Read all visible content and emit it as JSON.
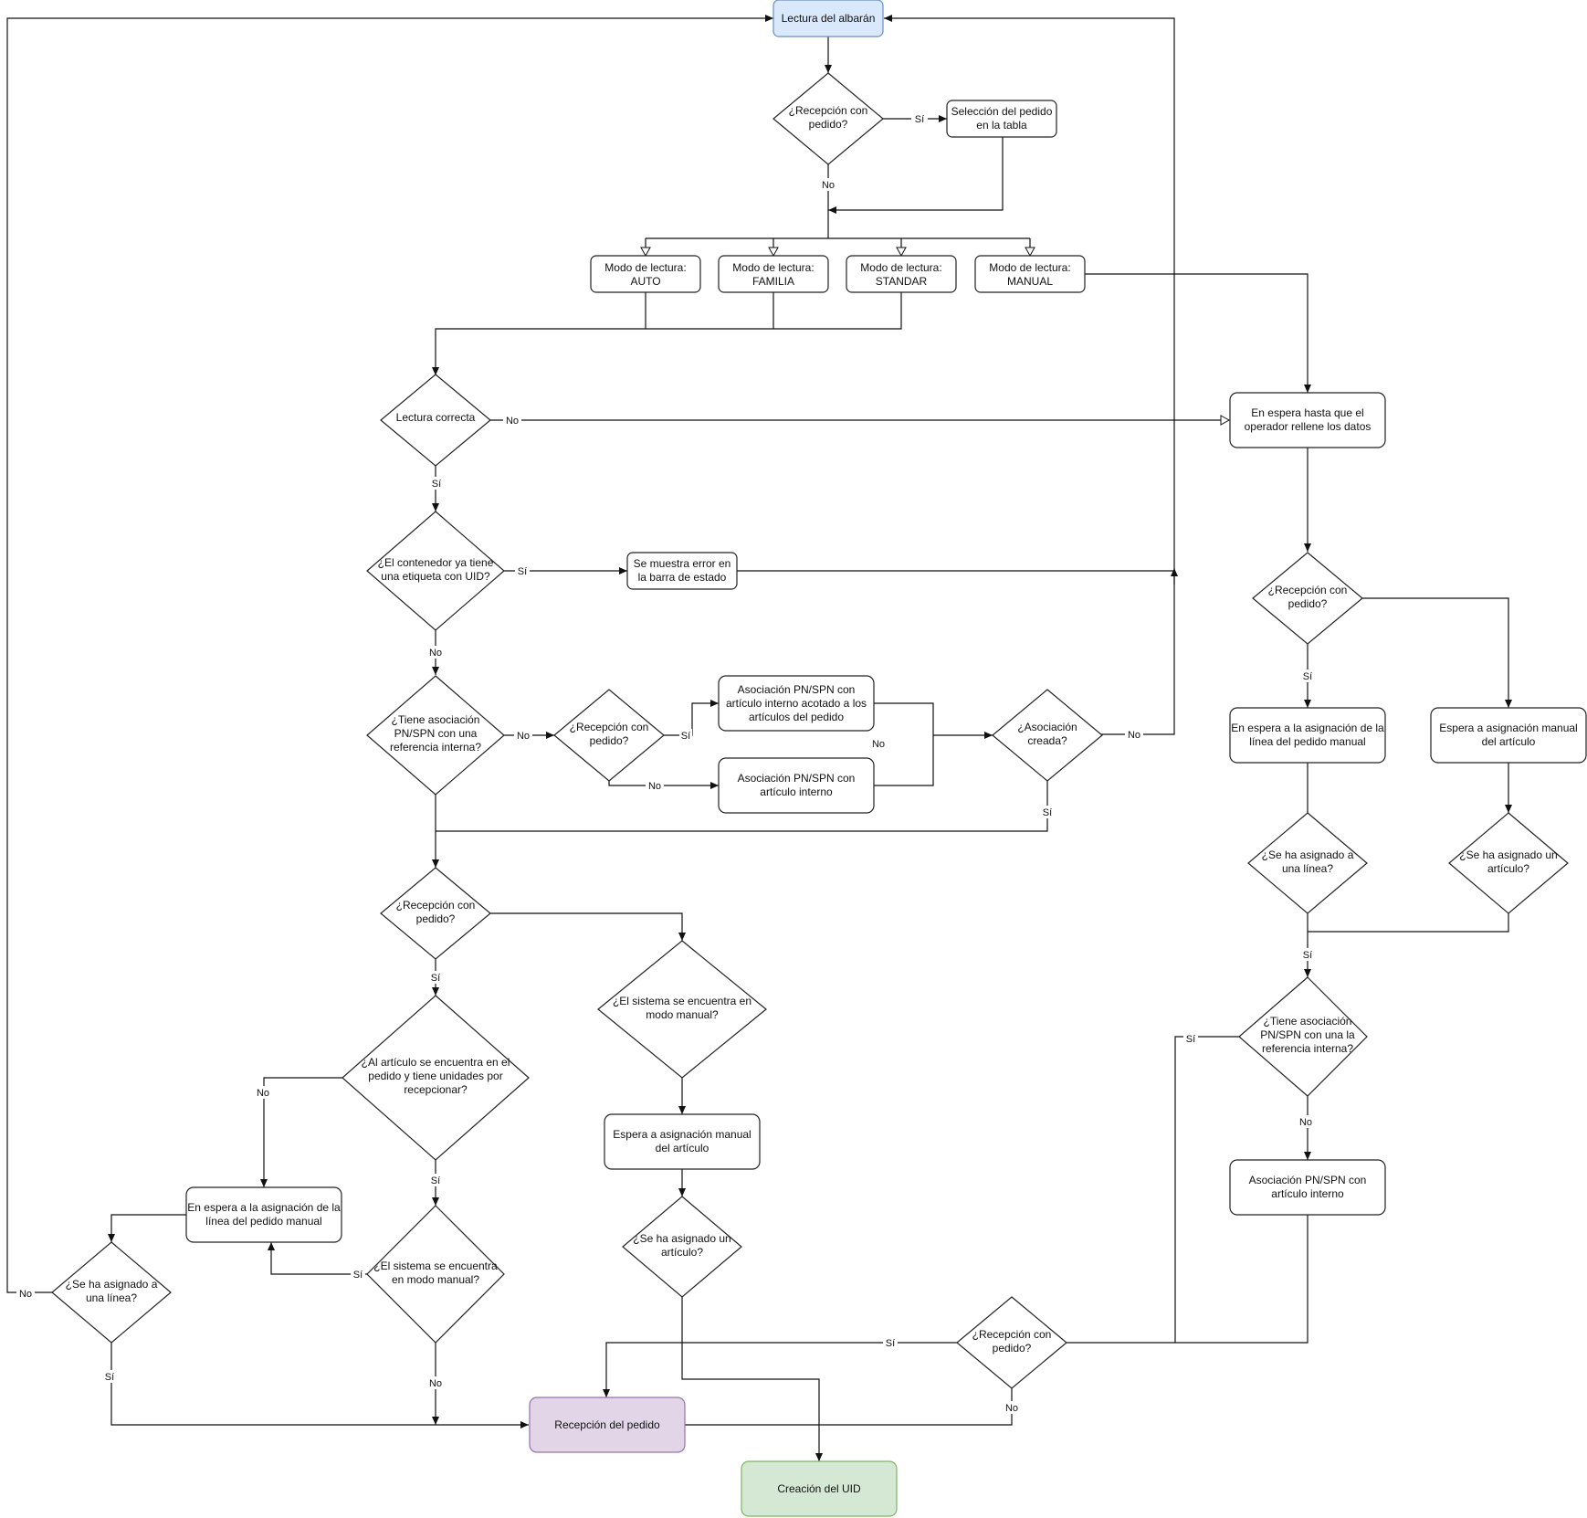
{
  "colors": {
    "start_fill": "#dae8fc",
    "start_stroke": "#6c8ebf",
    "process_fill": "#e1d5e7",
    "process_stroke": "#9673a6",
    "end_fill": "#d5e8d4",
    "end_stroke": "#82b366"
  },
  "nodes": {
    "lectura_albaran": "Lectura del albarán",
    "q_recepcion_1": "¿Recepción con pedido?",
    "seleccion_pedido": "Selección del pedido en la tabla",
    "modo_auto": "Modo de lectura: AUTO",
    "modo_familia": "Modo de lectura: FAMILIA",
    "modo_standar": "Modo de lectura: STANDAR",
    "modo_manual": "Modo de lectura: MANUAL",
    "lectura_correcta": "Lectura correcta",
    "en_espera_operador": "En espera hasta que el operador rellene los datos",
    "q_contenedor_uid": "¿El contenedor ya tiene una etiqueta con UID?",
    "error_barra": "Se muestra error en la barra de estado",
    "q_recepcion_r": "¿Recepción con pedido?",
    "q_tiene_asociacion": "¿Tiene asociación PN/SPN con una referencia interna?",
    "q_recepcion_2": "¿Recepción con pedido?",
    "asoc_acotado": "Asociación PN/SPN con artículo interno acotado a los artículos del pedido",
    "asoc_interno": "Asociación PN/SPN con artículo interno",
    "q_asociacion_creada": "¿Asociación creada?",
    "espera_linea_r": "En espera a la asignación de la línea del pedido manual",
    "espera_articulo_r": "Espera a asignación manual del artículo",
    "q_linea_r": "¿Se ha asignado a una línea?",
    "q_articulo_r": "¿Se ha asignado un artículo?",
    "q_recepcion_3": "¿Recepción con pedido?",
    "q_tiene_asociacion_r": "¿Tiene asociación PN/SPN con una la referencia interna?",
    "asoc_interno_r": "Asociación PN/SPN con artículo interno",
    "q_articulo_en_pedido": "¿Al artículo se encuentra en el pedido y tiene unidades por recepcionar?",
    "q_sistema_manual_2": "¿El sistema se encuentra en modo manual?",
    "espera_articulo_m": "Espera a asignación manual del artículo",
    "q_articulo_m": "¿Se ha asignado un artículo?",
    "espera_linea_l": "En espera a la asignación de la línea del pedido manual",
    "q_sistema_manual_1": "¿El sistema se encuentra en modo manual?",
    "q_linea_l": "¿Se ha asignado a una línea?",
    "q_recepcion_bottom": "¿Recepción con pedido?",
    "recepcion_pedido": "Recepción del pedido",
    "creacion_uid": "Creación del UID"
  },
  "edge_labels": {
    "si": "Sí",
    "no": "No"
  }
}
